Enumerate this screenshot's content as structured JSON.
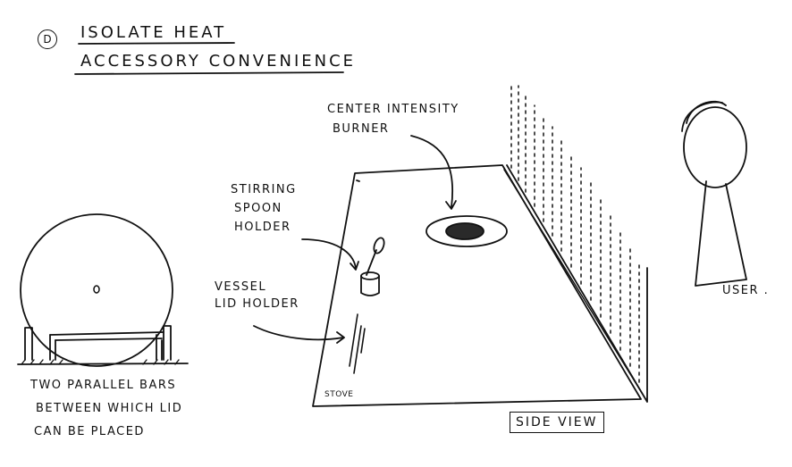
{
  "heading": {
    "marker": "D",
    "line1": "ISOLATE HEAT",
    "line2": "ACCESSORY CONVENIENCE"
  },
  "labels": {
    "burner_line1": "CENTER INTENSITY",
    "burner_line2": "BURNER",
    "spoon_line1": "STIRRING",
    "spoon_line2": "SPOON",
    "spoon_line3": "HOLDER",
    "lid_line1": "VESSEL",
    "lid_line2": "LID HOLDER",
    "stove": "STOVE",
    "user": "USER .",
    "side_view": "SIDE VIEW"
  },
  "lid_note": {
    "line1": "TWO PARALLEL BARS",
    "line2": "BETWEEN WHICH LID",
    "line3": "CAN BE PLACED"
  }
}
